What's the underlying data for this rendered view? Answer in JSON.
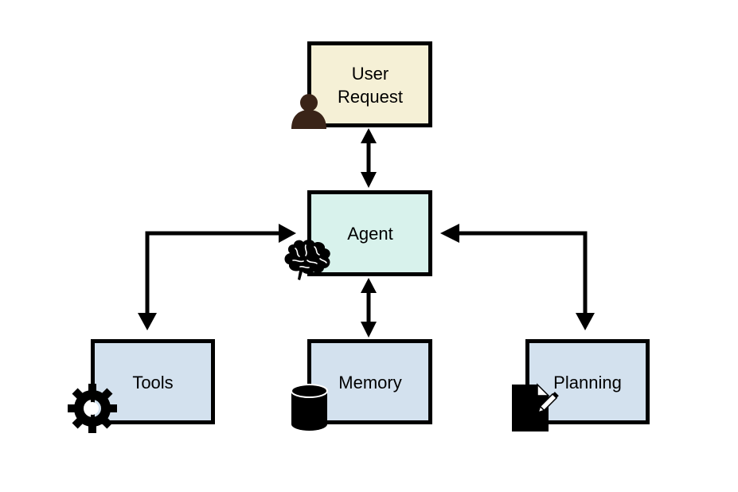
{
  "nodes": {
    "user_request": {
      "label_line1": "User",
      "label_line2": "Request",
      "fill": "#f5f0d6",
      "icon": "person-icon"
    },
    "agent": {
      "label": "Agent",
      "fill": "#d8f2ec",
      "icon": "brain-icon"
    },
    "tools": {
      "label": "Tools",
      "fill": "#d3e1ee",
      "icon": "gear-icon"
    },
    "memory": {
      "label": "Memory",
      "fill": "#d3e1ee",
      "icon": "database-icon"
    },
    "planning": {
      "label": "Planning",
      "fill": "#d3e1ee",
      "icon": "document-pencil-icon"
    }
  },
  "connections": [
    {
      "from": "user_request",
      "to": "agent",
      "direction": "bidirectional"
    },
    {
      "from": "agent",
      "to": "tools",
      "direction": "bidirectional"
    },
    {
      "from": "agent",
      "to": "memory",
      "direction": "bidirectional"
    },
    {
      "from": "agent",
      "to": "planning",
      "direction": "bidirectional"
    }
  ],
  "colors": {
    "stroke": "#000000",
    "background": "#ffffff"
  }
}
